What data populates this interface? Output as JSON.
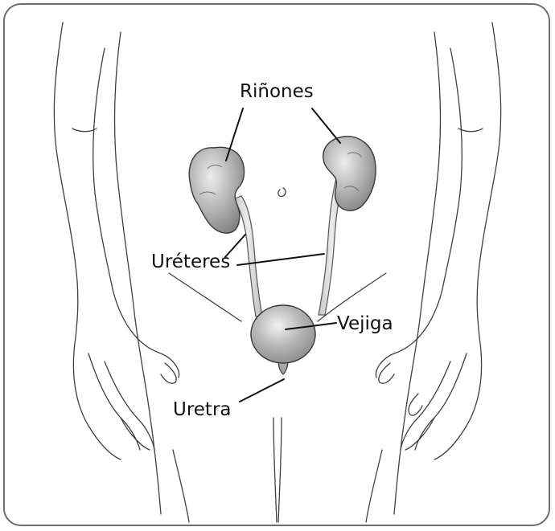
{
  "labels": {
    "kidneys": "Riñones",
    "ureters": "Uréteres",
    "bladder": "Vejiga",
    "urethra": "Uretra"
  },
  "colors": {
    "frame": "#6d6d6d",
    "outline": "#3a3a3a",
    "organ_fill": "#9a9a9a",
    "organ_highlight": "#e6e6e6",
    "leader_line": "#111111"
  }
}
